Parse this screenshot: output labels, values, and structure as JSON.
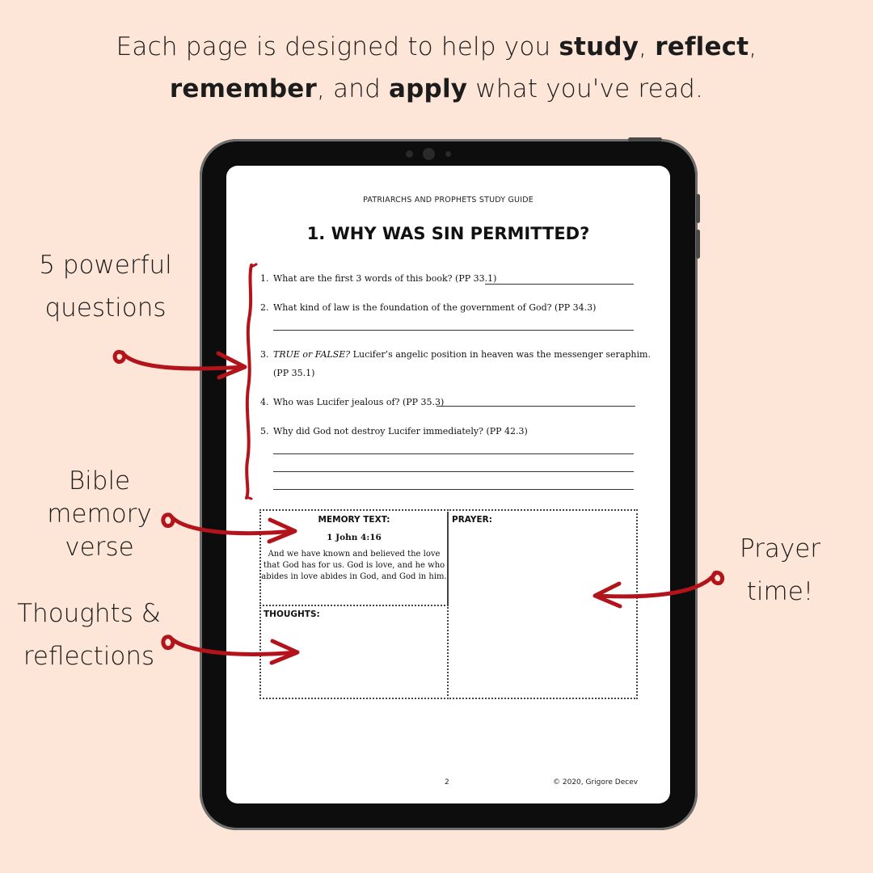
{
  "headline": {
    "line1": {
      "prefix": "Each page is designed to help you ",
      "b1": "study",
      "mid1": ", ",
      "b2": "reflect",
      "suffix": ","
    },
    "line2": {
      "b3": "remember",
      "mid2": ", and ",
      "b4": "apply",
      "suffix": " what you've read."
    }
  },
  "callouts": {
    "questions": [
      "5 powerful",
      "questions"
    ],
    "memory": [
      "Bible",
      "memory",
      "verse"
    ],
    "thoughts": [
      "Thoughts &",
      "reflections"
    ],
    "prayer": [
      "Prayer",
      "time!"
    ]
  },
  "page": {
    "header": "PATRIARCHS AND PROPHETS STUDY GUIDE",
    "title": "1. WHY WAS SIN PERMITTED?",
    "questions": [
      {
        "num": "1.",
        "text": "What are the first 3 words of this book? (PP 33.1)"
      },
      {
        "num": "2.",
        "text": "What kind of law is the foundation of the government of God? (PP 34.3)"
      },
      {
        "num": "3.",
        "italic": "TRUE or FALSE?",
        "text": " Lucifer’s angelic position in heaven was the messenger seraphim.",
        "cont": "(PP 35.1)"
      },
      {
        "num": "4.",
        "text": "Who was Lucifer jealous of? (PP 35.3)"
      },
      {
        "num": "5.",
        "text": "Why did God not destroy Lucifer immediately? (PP 42.3)"
      }
    ],
    "memory_label": "MEMORY TEXT:",
    "memory_ref": "1 John 4:16",
    "memory_text": [
      "And we have known and believed the love",
      "that God has for us. God is love, and he who",
      "abides in love abides in God, and God in him."
    ],
    "prayer_label": "PRAYER:",
    "thoughts_label": "THOUGHTS:",
    "page_number": "2",
    "copyright": "© 2020, Grigore Decev"
  },
  "colors": {
    "background": "#fde5d7",
    "arrow": "#b3141b",
    "tablet": "#0d0d0d"
  }
}
